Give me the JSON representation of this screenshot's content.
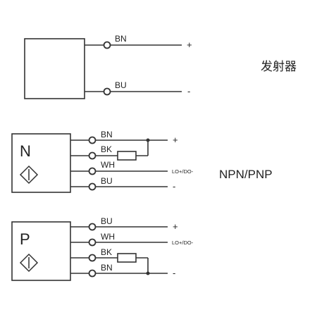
{
  "emitter": {
    "title": "发射器",
    "wires": [
      {
        "label": "BN",
        "sign": "+"
      },
      {
        "label": "BU",
        "sign": "-"
      }
    ]
  },
  "npn_block": {
    "letter": "N",
    "wires": [
      {
        "label": "BN",
        "sign": "+"
      },
      {
        "label": "BK"
      },
      {
        "label": "WH",
        "note": "LO+/DO-"
      },
      {
        "label": "BU",
        "sign": "-"
      }
    ]
  },
  "pnp_block": {
    "letter": "P",
    "wires": [
      {
        "label": "BU",
        "sign": "+"
      },
      {
        "label": "WH",
        "note": "LO+/DO-"
      },
      {
        "label": "BK"
      },
      {
        "label": "BN",
        "sign": "-"
      }
    ]
  },
  "output_type_label": "NPN/PNP"
}
